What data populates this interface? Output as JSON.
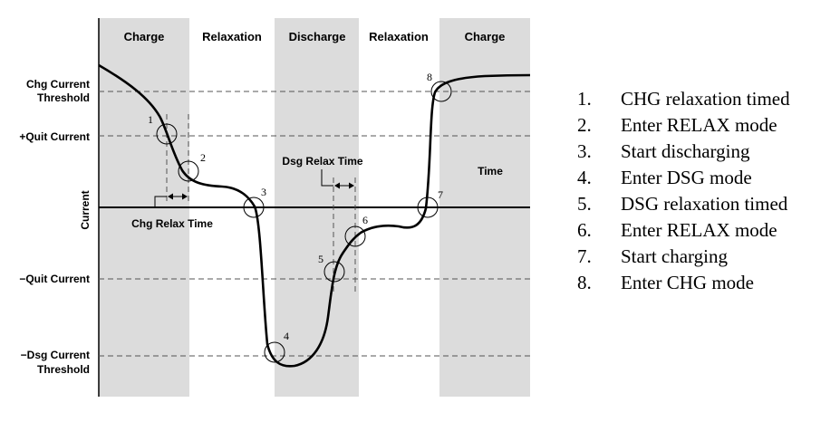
{
  "phases": [
    "Charge",
    "Relaxation",
    "Discharge",
    "Relaxation",
    "Charge"
  ],
  "y_labels": {
    "chg_threshold": [
      "Chg Current",
      "Threshold"
    ],
    "plus_quit": "+Quit Current",
    "minus_quit": "−Quit Current",
    "dsg_threshold": [
      "−Dsg Current",
      "Threshold"
    ]
  },
  "axis": {
    "y": "Current",
    "x": "Time"
  },
  "annotations": {
    "chg_relax": "Chg Relax Time",
    "dsg_relax": "Dsg Relax Time"
  },
  "points": [
    "1",
    "2",
    "3",
    "4",
    "5",
    "6",
    "7",
    "8"
  ],
  "legend": [
    {
      "num": "1.",
      "text": "CHG relaxation timed"
    },
    {
      "num": "2.",
      "text": "Enter RELAX mode"
    },
    {
      "num": "3.",
      "text": "Start discharging"
    },
    {
      "num": "4.",
      "text": "Enter DSG mode"
    },
    {
      "num": "5.",
      "text": "DSG relaxation timed"
    },
    {
      "num": "6.",
      "text": "Enter RELAX mode"
    },
    {
      "num": "7.",
      "text": "Start charging"
    },
    {
      "num": "8.",
      "text": "Enter CHG mode"
    }
  ],
  "colors": {
    "shade": "#dcdcdc",
    "line": "#000000",
    "dash": "#555555"
  }
}
